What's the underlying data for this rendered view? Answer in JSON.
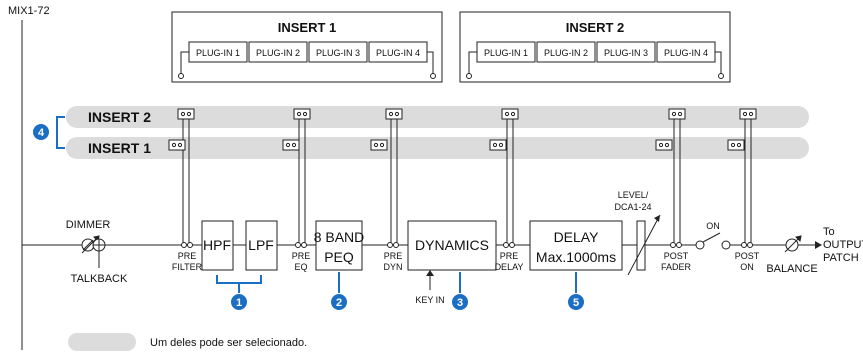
{
  "channel": "MIX1-72",
  "inserts": [
    {
      "title": "INSERT 1",
      "plugins": [
        "PLUG-IN 1",
        "PLUG-IN 2",
        "PLUG-IN 3",
        "PLUG-IN 4"
      ]
    },
    {
      "title": "INSERT 2",
      "plugins": [
        "PLUG-IN 1",
        "PLUG-IN 2",
        "PLUG-IN 3",
        "PLUG-IN 4"
      ]
    }
  ],
  "bars": {
    "insert2": "INSERT 2",
    "insert1": "INSERT 1"
  },
  "signal": {
    "dimmer": "DIMMER",
    "talkback": "TALKBACK",
    "pre_filter": [
      "PRE",
      "FILTER"
    ],
    "hpf": "HPF",
    "lpf": "LPF",
    "pre_eq": [
      "PRE",
      "EQ"
    ],
    "peq": [
      "8 BAND",
      "PEQ"
    ],
    "pre_dyn": [
      "PRE",
      "DYN"
    ],
    "dynamics": "DYNAMICS",
    "key_in": "KEY IN",
    "pre_delay": [
      "PRE",
      "DELAY"
    ],
    "delay": [
      "DELAY",
      "Max.1000ms"
    ],
    "level": [
      "LEVEL/",
      "DCA1-24"
    ],
    "post_fader": [
      "POST",
      "FADER"
    ],
    "on": "ON",
    "post_on": [
      "POST",
      "ON"
    ],
    "balance": "BALANCE",
    "output": [
      "To",
      "OUTPUT",
      "PATCH"
    ]
  },
  "callouts": [
    "1",
    "2",
    "3",
    "4",
    "5"
  ],
  "legend": "Um deles pode ser selecionado.",
  "colors": {
    "callout": "#1a6fc4",
    "bar": "#dcdcdc"
  }
}
